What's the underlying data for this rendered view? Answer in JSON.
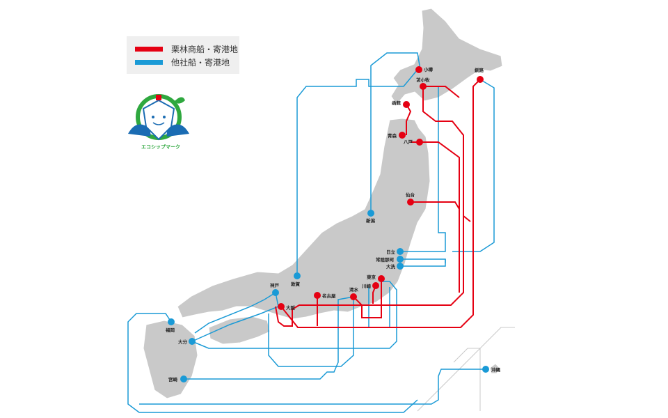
{
  "legend": {
    "own_label": "栗林商船・寄港地",
    "other_label": "他社船・寄港地"
  },
  "colors": {
    "own": "#e50012",
    "other": "#1a9ad6",
    "land": "#c9c9c9",
    "eco_green": "#2fa83f"
  },
  "eco_mark": {
    "label": "エコシップマーク"
  },
  "ports": {
    "otaru": "小樽",
    "kushiro": "釧路",
    "tomakomai": "苫小牧",
    "hakodate": "函館",
    "aomori": "青森",
    "hachinohe": "八戸",
    "sendai": "仙台",
    "niigata": "新潟",
    "hitachi": "日立",
    "hitachinaka": "常陸那珂",
    "oarai": "大洗",
    "tokyo": "東京",
    "kawasaki": "川崎",
    "shimizu": "清水",
    "nagoya": "名古屋",
    "osaka": "大阪",
    "kobe": "神戸",
    "tsuruga": "敦賀",
    "fukuoka": "福岡",
    "oita": "大分",
    "miyazaki": "宮崎",
    "okinawa": "沖縄"
  }
}
